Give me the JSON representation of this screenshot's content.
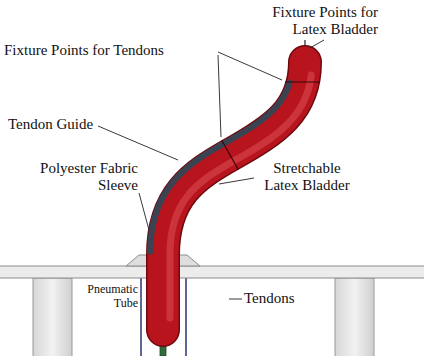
{
  "diagram": {
    "labels": [
      "Fixture Points for Latex Bladder",
      "Fixture Points for Tendons",
      "Tendon Guide",
      "Polyester Fabric Sleeve",
      "Stretchable Latex Bladder",
      "Pneumatic Tube",
      "Tendons"
    ]
  }
}
